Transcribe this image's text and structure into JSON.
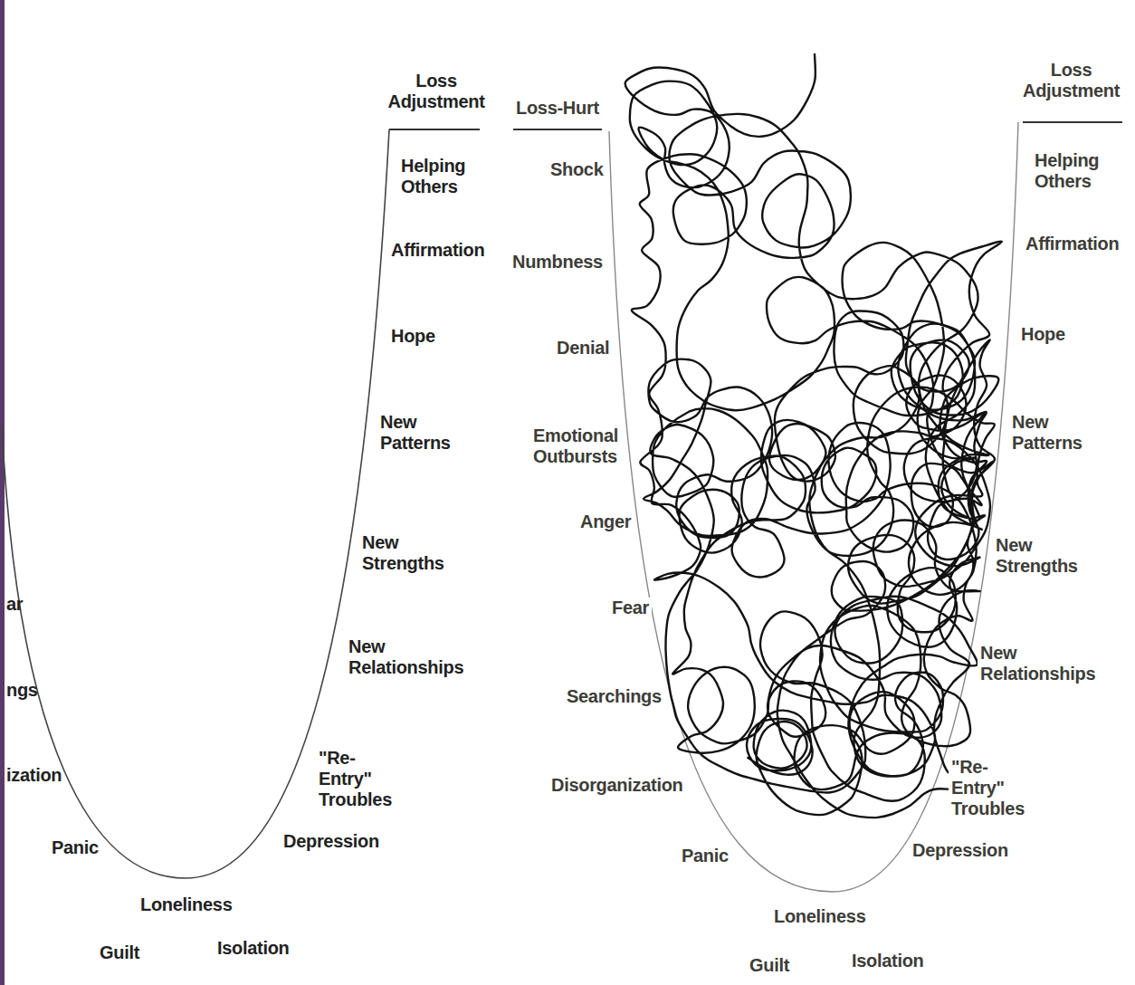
{
  "diagram": {
    "labels": [
      "Loss Adjustment",
      "Helping Others",
      "Affirmation",
      "Hope",
      "New Patterns",
      "New Strengths",
      "New Relationships",
      "\"Re-Entry\" Troubles",
      "Depression",
      "Isolation",
      "Guilt",
      "Loneliness",
      "Panic",
      "ization",
      "ngs",
      "ar",
      "Loss-Hurt",
      "Shock",
      "Numbness",
      "Denial",
      "Emotional Outbursts",
      "Anger",
      "Fear",
      "Searchings",
      "Disorganization",
      "Panic",
      "Loneliness",
      "Guilt",
      "Isolation",
      "Depression",
      "\"Re-Entry\" Troubles",
      "New Relationships",
      "New Strengths",
      "New Patterns",
      "Hope",
      "Affirmation",
      "Helping Others",
      "Loss Adjustment"
    ]
  }
}
